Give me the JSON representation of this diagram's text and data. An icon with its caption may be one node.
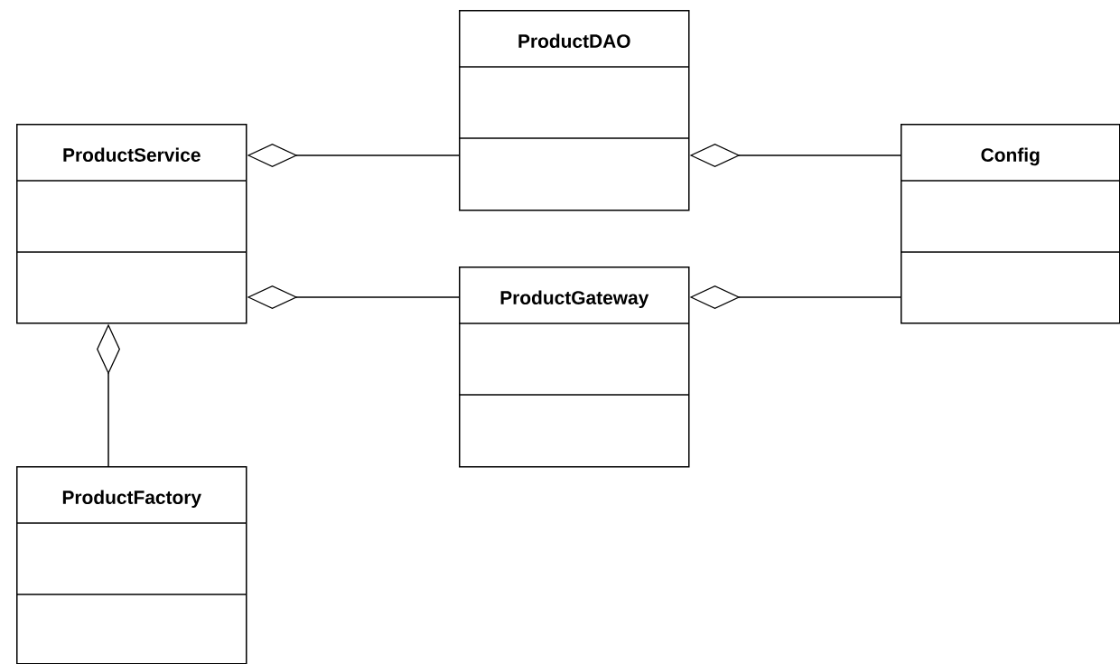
{
  "diagram": {
    "nodes": [
      {
        "text": [
          "ProductService"
        ]
      },
      {
        "text": [
          "ProductDAO"
        ]
      },
      {
        "text": [
          "ProductGateway"
        ]
      },
      {
        "text": [
          "Config"
        ]
      },
      {
        "text": [
          "ProductFactory"
        ]
      }
    ],
    "edges": [
      {
        "from": 0,
        "to": 1,
        "arrow": "other"
      },
      {
        "from": 0,
        "to": 2,
        "arrow": "other"
      },
      {
        "from": 1,
        "to": 3,
        "arrow": "other"
      },
      {
        "from": 2,
        "to": 3,
        "arrow": "other"
      },
      {
        "from": 0,
        "to": 4,
        "arrow": "other"
      }
    ]
  }
}
